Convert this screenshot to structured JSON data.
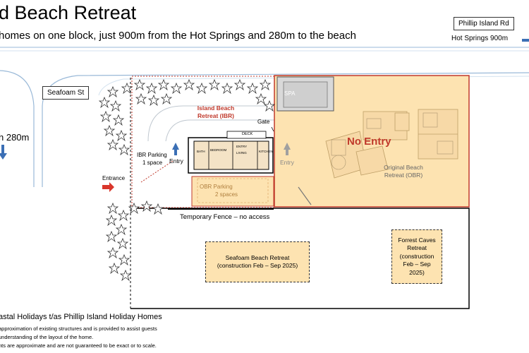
{
  "header": {
    "title": "d Beach Retreat",
    "subtitle": "homes on one block, just 900m from the Hot Springs and 280m to the beach"
  },
  "roads": {
    "phillip_island_rd": "Phillip Island Rd",
    "hot_springs": "Hot Springs 900m",
    "seafoam_st": "Seafoam St",
    "beach_distance": "h 280m"
  },
  "map_labels": {
    "spa": "SPA",
    "ibr_title": "Island Beach Retreat (IBR)",
    "gate": "Gate",
    "deck": "DECK",
    "ibr_parking": "IBR Parking",
    "ibr_parking_spaces": "1 space",
    "entry_ibr": "Entry",
    "entry_obr": "Entry",
    "entrance": "Entrance",
    "obr_parking": "OBR Parking",
    "obr_parking_spaces": "2 spaces",
    "no_entry": "No Entry",
    "obr_title": "Original Beach Retreat (OBR)",
    "temporary_fence": "Temporary Fence – no access",
    "bedroom": "BEDROOM",
    "living": "LIVING",
    "kitchen": "KITCHEN",
    "bath": "BATH",
    "entry_room": "ENTRY"
  },
  "construction": {
    "seafoam_title": "Seafoam Beach Retreat",
    "seafoam_dates": "(construction Feb – Sep 2025)",
    "forrest_title": "Forrest Caves Retreat",
    "forrest_dates": "(construction Feb – Sep 2025)"
  },
  "footer": {
    "company": "astal Holidays t/as Phillip Island Holiday Homes",
    "disclaimer_1": "approximation of existing structures and is provided to assist guests",
    "disclaimer_2": "understanding of the layout of the home.",
    "disclaimer_3": "nts are approximate and are not guaranteed to be exact or to scale."
  },
  "colors": {
    "obr_fill": "#fde3b1",
    "boundary_red": "#c0392b",
    "road_blue": "#9ab9d8",
    "arrow_blue": "#3b6fb5",
    "arrow_red": "#d9362b"
  }
}
